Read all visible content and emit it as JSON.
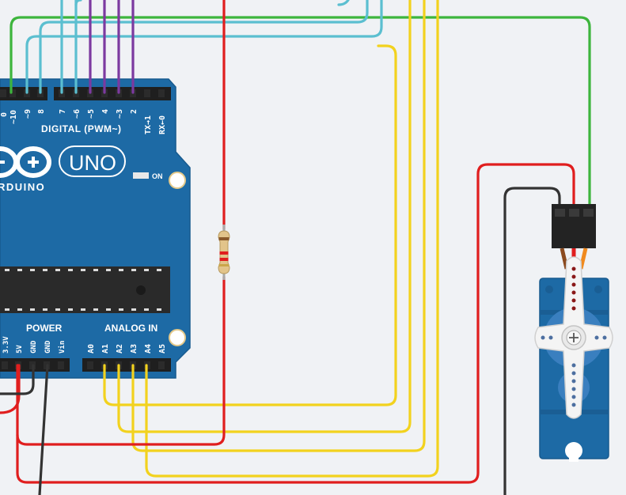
{
  "board": {
    "model_label": "UNO",
    "brand_fragment": "RDUINO",
    "on_label": "ON",
    "digital_header": "DIGITAL (PWM~)",
    "power_header": "POWER",
    "analog_header": "ANALOG IN",
    "digital_pins": [
      "~10",
      "~9",
      "8",
      "7",
      "~6",
      "~5",
      "4",
      "~3",
      "2",
      "TX→1",
      "RX←0"
    ],
    "digital_pin_fragment": "0",
    "power_pins": [
      "3.3V",
      "5V",
      "GND",
      "GND",
      "Vin"
    ],
    "analog_pins": [
      "A0",
      "A1",
      "A2",
      "A3",
      "A4",
      "A5"
    ],
    "color": "#1d6aa5"
  },
  "wire_colors": {
    "green": "#3db53d",
    "cyan": "#5bbfd0",
    "purple": "#7c3aa0",
    "red": "#e01e1e",
    "yellow": "#f2d21e",
    "black": "#333333"
  },
  "components": {
    "resistor": "resistor",
    "servo": "micro servo"
  }
}
